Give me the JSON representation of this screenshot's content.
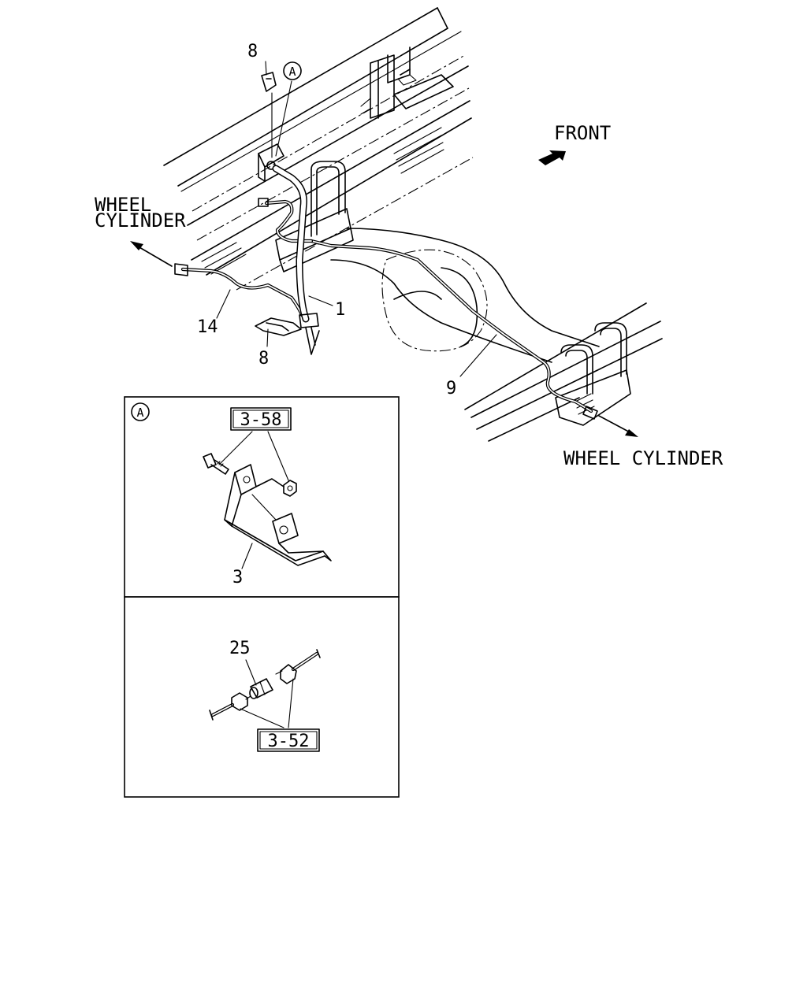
{
  "labels": {
    "front": "FRONT",
    "wheel_cylinder_left_line1": "WHEEL",
    "wheel_cylinder_left_line2": "CYLINDER",
    "wheel_cylinder_right": "WHEEL CYLINDER",
    "detail_marker": "A",
    "view_a_marker": "A"
  },
  "callouts": {
    "clip_top": "8",
    "clip_bottom": "8",
    "hose": "1",
    "pipe_left": "14",
    "pipe_right": "9",
    "bracket": "3",
    "connector": "25"
  },
  "references": {
    "bracket_fasteners": "3-58",
    "pipe_flare_nuts": "3-52"
  }
}
